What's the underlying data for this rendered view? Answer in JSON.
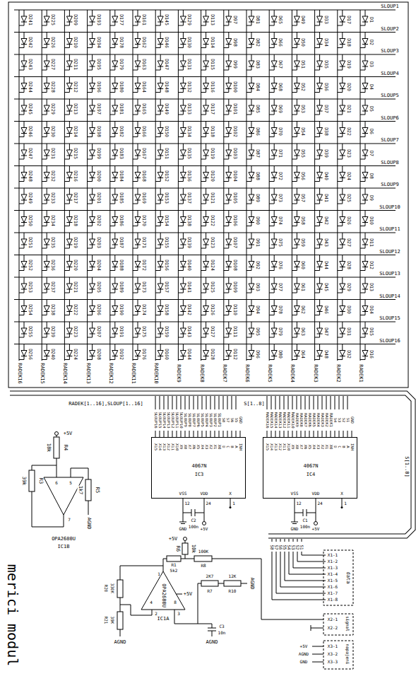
{
  "diagram": {
    "title": "merici modul",
    "nodes": [
      {
        "text": [
          "4067N",
          "IC3"
        ]
      },
      {
        "text": [
          "4067N",
          "IC4"
        ]
      }
    ],
    "labels": [
      "SLOUP1",
      "SLOUP2",
      "SLOUP3",
      "SLOUP4",
      "SLOUP5",
      "SLOUP6",
      "SLOUP7",
      "SLOUP8",
      "SLOUP9",
      "SLOUP10",
      "SLOUP11",
      "SLOUP12",
      "SLOUP13",
      "SLOUP14",
      "SLOUP15",
      "SLOUP16",
      "RADEK1",
      "RADEK2",
      "RADEK3",
      "RADEK4",
      "RADEK5",
      "RADEK6",
      "RADEK7",
      "RADEK8",
      "RADEK9",
      "RADEK10",
      "RADEK11",
      "RADEK12",
      "RADEK13",
      "RADEK14",
      "RADEK15",
      "RADEK16",
      "D1",
      "D2",
      "D3",
      "D4",
      "D5",
      "D6",
      "D7",
      "D8",
      "D9",
      "D10",
      "D11",
      "D12",
      "D13",
      "D14",
      "D15",
      "D16",
      "D17",
      "D18",
      "D19",
      "D20",
      "D21",
      "D22",
      "D23",
      "D24",
      "D25",
      "D26",
      "D27",
      "D28",
      "D29",
      "D30",
      "D31",
      "D32",
      "D33",
      "D34",
      "D35",
      "D36",
      "D37",
      "D38",
      "D39",
      "D40",
      "D41",
      "D42",
      "D43",
      "D44",
      "D45",
      "D46",
      "D47",
      "D48",
      "D49",
      "D50",
      "D51",
      "D52",
      "D53",
      "D54",
      "D55",
      "D56",
      "D57",
      "D58",
      "D59",
      "D60",
      "D61",
      "D62",
      "D63",
      "D64",
      "D65",
      "D66",
      "D67",
      "D68",
      "D69",
      "D70",
      "D71",
      "D72",
      "D73",
      "D74",
      "D75",
      "D76",
      "D77",
      "D78",
      "D79",
      "D80",
      "D81",
      "D82",
      "D83",
      "D84",
      "D85",
      "D86",
      "D87",
      "D88",
      "D89",
      "D90",
      "D91",
      "D92",
      "D93",
      "D94",
      "D95",
      "D96",
      "D97",
      "D98",
      "D99",
      "D100",
      "D101",
      "D102",
      "D103",
      "D104",
      "D105",
      "D106",
      "D107",
      "D108",
      "D109",
      "D110",
      "D111",
      "D112",
      "D113",
      "D114",
      "D115",
      "D116",
      "D117",
      "D118",
      "D119",
      "D120",
      "D121",
      "D122",
      "D123",
      "D124",
      "D125",
      "D126",
      "D127",
      "D128",
      "D129",
      "D130",
      "D131",
      "D132",
      "D133",
      "D134",
      "D135",
      "D136",
      "D137",
      "D138",
      "D139",
      "D140",
      "D141",
      "D142",
      "D143",
      "D144",
      "D145",
      "D146",
      "D147",
      "D148",
      "D149",
      "D150",
      "D151",
      "D152",
      "D153",
      "D154",
      "D155",
      "D156",
      "D157",
      "D158",
      "D159",
      "D160",
      "D161",
      "D162",
      "D163",
      "D164",
      "D165",
      "D166",
      "D167",
      "D168",
      "D169",
      "D170",
      "D171",
      "D172",
      "D173",
      "D174",
      "D175",
      "D176",
      "D177",
      "D178",
      "D179",
      "D180",
      "D181",
      "D182",
      "D183",
      "D184",
      "D185",
      "D186",
      "D187",
      "D188",
      "D189",
      "D190",
      "D191",
      "D192",
      "D193",
      "D194",
      "D195",
      "D196",
      "D197",
      "D198",
      "D199",
      "D200",
      "D201",
      "D202",
      "D203",
      "D204",
      "D205",
      "D206",
      "D207",
      "D208",
      "D209",
      "D210",
      "D211",
      "D212",
      "D213",
      "D214",
      "D215",
      "D216",
      "D217",
      "D218",
      "D219",
      "D220",
      "D221",
      "D222",
      "D223",
      "D224",
      "D225",
      "D226",
      "D227",
      "D228",
      "D229",
      "D230",
      "D231",
      "D232",
      "D233",
      "D234",
      "D235",
      "D236",
      "D237",
      "D238",
      "D239",
      "D240",
      "D241",
      "D242",
      "D243",
      "D244",
      "D245",
      "D246",
      "D247",
      "D248",
      "D249",
      "D250",
      "D251",
      "D252",
      "D253",
      "D254",
      "D255",
      "D256",
      "RADEK[1..16],SLOUP[1..16]",
      "S[1..8]",
      "S[1..8]",
      "SLOUP16",
      "SLOUP15",
      "SLOUP14",
      "SLOUP13",
      "SLOUP12",
      "SLOUP11",
      "SLOUP10",
      "SLOUP9",
      "SLOUP8",
      "SLOUP7",
      "SLOUP6",
      "SLOUP5",
      "SLOUP4",
      "SLOUP3",
      "SLOUP2",
      "SLOUP1",
      "S8",
      "S7",
      "S6",
      "S5",
      "GND",
      "X15",
      "X14",
      "X13",
      "X12",
      "X11",
      "X10",
      "X9",
      "X8",
      "X7",
      "X6",
      "X5",
      "X4",
      "X3",
      "X2",
      "X1",
      "X0",
      "D",
      "C",
      "B",
      "A",
      "INH",
      "X",
      "1",
      "VSS",
      "12",
      "VDD",
      "24",
      "GND",
      "+5V",
      "C2",
      "100n",
      "RADEK16",
      "RADEK15",
      "RADEK14",
      "RADEK13",
      "RADEK12",
      "RADEK11",
      "RADEK10",
      "RADEK9",
      "RADEK8",
      "RADEK7",
      "RADEK6",
      "RADEK5",
      "RADEK4",
      "RADEK3",
      "RADEK2",
      "RADEK1",
      "S4",
      "S3",
      "S2",
      "S1",
      "GND",
      "X15",
      "X14",
      "X13",
      "X12",
      "X11",
      "X10",
      "X9",
      "X8",
      "X7",
      "X6",
      "X5",
      "X4",
      "X3",
      "X2",
      "X1",
      "X0",
      "D",
      "C",
      "B",
      "A",
      "INH",
      "X",
      "1",
      "VSS",
      "12",
      "VDD",
      "24",
      "GND",
      "+5V",
      "C1",
      "100n",
      "S8",
      "S7",
      "S6",
      "S5",
      "S4",
      "S3",
      "S2",
      "S1",
      "X1-1",
      "X1-2",
      "X1-3",
      "X1-4",
      "X1-5",
      "X1-6",
      "X1-7",
      "X1-8",
      "data",
      "X2-1",
      "X2-2",
      "signal",
      "X3-1",
      "X3-2",
      "X3-3",
      "napajeni",
      "+5V",
      "AGND",
      "GND",
      "+5V",
      "18k",
      "R4",
      "39k",
      "R3",
      "1k7",
      "R5",
      "AGND",
      "6",
      "5",
      "7",
      "OPA2680U",
      "IC1B",
      "+5V",
      "10k",
      "R6",
      "100K",
      "R8",
      "R1",
      "5k2",
      "2K7",
      "R7",
      "12K",
      "R10",
      "AGND",
      "R20",
      "330K",
      "R21",
      "39K",
      "AGND",
      "1",
      "2",
      "3",
      "4",
      "8",
      "+5V",
      "OPA2680U",
      "IC1A",
      "C3",
      "10n",
      "AGND"
    ]
  }
}
